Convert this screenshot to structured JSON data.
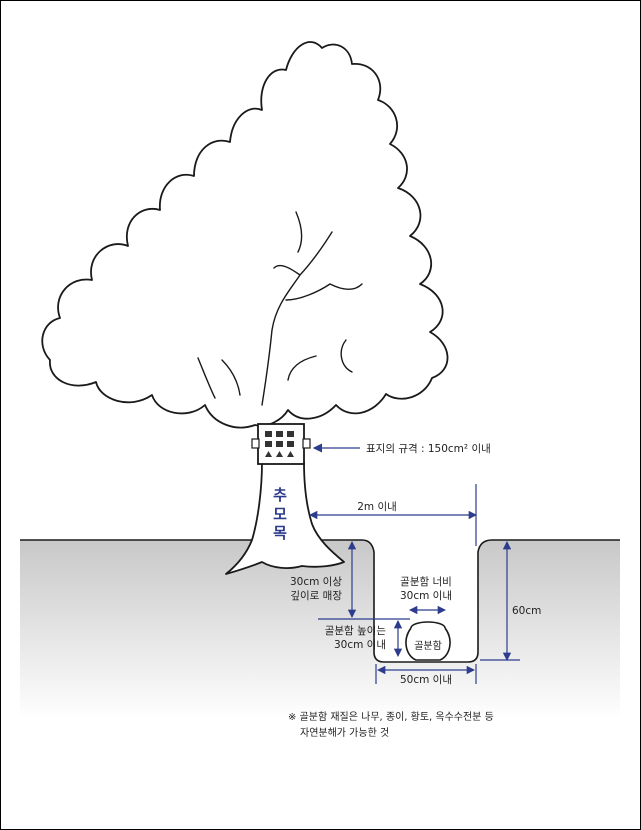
{
  "labels": {
    "trunk_chars": [
      "추",
      "모",
      "목"
    ],
    "marker_spec": "표지의 규격 : 150cm² 이내",
    "distance": "2m 이내",
    "burial_depth_line1": "30cm 이상",
    "burial_depth_line2": "깊이로 매장",
    "urn_width_line1": "골분함 너비",
    "urn_width_line2": "30cm 이내",
    "urn_height_line1": "골분함 높이는",
    "urn_height_line2": "30cm 이내",
    "urn": "골분함",
    "pit_depth": "60cm",
    "pit_width": "50cm 이내",
    "note_line1": "※ 골분함 재질은 나무, 종이, 황토, 옥수수전분 등",
    "note_line2": "자연분해가 가능한 것"
  },
  "colors": {
    "dimension": "#2d3c8c",
    "outline": "#1a1a1a",
    "ground_top": "#c8c8c8",
    "ground_bottom": "#ffffff"
  },
  "icons": {
    "marker": "memorial-plaque-icon",
    "urn": "urn-icon"
  }
}
